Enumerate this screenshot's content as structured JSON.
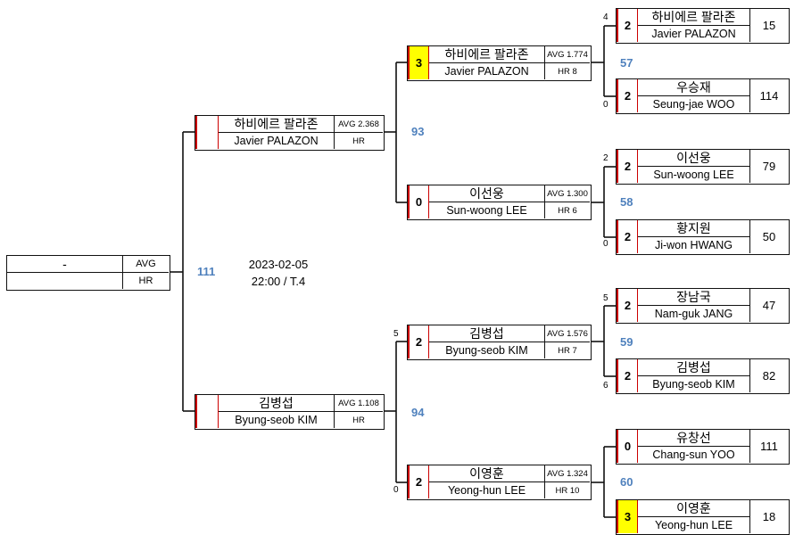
{
  "match_info": {
    "date": "2023-02-05",
    "time_table": "22:00 / T.4"
  },
  "final": {
    "name_ko": "-",
    "name_en": "",
    "avg_label": "AVG",
    "hr_label": "HR"
  },
  "semifinals": [
    {
      "name_ko": "하비에르 팔라존",
      "name_en": "Javier PALAZON",
      "avg": "AVG 2.368",
      "hr": "HR",
      "match_no": "111"
    },
    {
      "name_ko": "김병섭",
      "name_en": "Byung-seob KIM",
      "avg": "AVG 1.108",
      "hr": "HR",
      "match_no": "111"
    }
  ],
  "semi_match_numbers": [
    "93",
    "94"
  ],
  "final_match_number": "111",
  "quarterfinals": [
    {
      "score": "3",
      "winner": true,
      "name_ko": "하비에르 팔라존",
      "name_en": "Javier PALAZON",
      "avg": "AVG 1.774",
      "hr": "HR 8"
    },
    {
      "score": "0",
      "winner": false,
      "name_ko": "이선웅",
      "name_en": "Sun-woong LEE",
      "avg": "AVG 1.300",
      "hr": "HR 6"
    },
    {
      "score": "2",
      "winner": false,
      "name_ko": "김병섭",
      "name_en": "Byung-seob KIM",
      "avg": "AVG 1.576",
      "hr": "HR 7"
    },
    {
      "score": "2",
      "winner": false,
      "name_ko": "이영훈",
      "name_en": "Yeong-hun LEE",
      "avg": "AVG 1.324",
      "hr": "HR 10"
    }
  ],
  "quarter_small_numbers": [
    "5",
    "0"
  ],
  "r16_match_numbers": [
    "57",
    "58",
    "59",
    "60"
  ],
  "r16_small_numbers": [
    "4",
    "0",
    "2",
    "0",
    "5",
    "6",
    "",
    ""
  ],
  "round16": [
    {
      "score": "2",
      "winner": false,
      "name_ko": "하비에르 팔라존",
      "name_en": "Javier PALAZON",
      "seed": "15"
    },
    {
      "score": "2",
      "winner": false,
      "name_ko": "우승재",
      "name_en": "Seung-jae WOO",
      "seed": "114"
    },
    {
      "score": "2",
      "winner": false,
      "name_ko": "이선웅",
      "name_en": "Sun-woong LEE",
      "seed": "79"
    },
    {
      "score": "2",
      "winner": false,
      "name_ko": "황지원",
      "name_en": "Ji-won HWANG",
      "seed": "50"
    },
    {
      "score": "2",
      "winner": false,
      "name_ko": "장남국",
      "name_en": "Nam-guk JANG",
      "seed": "47"
    },
    {
      "score": "2",
      "winner": false,
      "name_ko": "김병섭",
      "name_en": "Byung-seob KIM",
      "seed": "82"
    },
    {
      "score": "0",
      "winner": false,
      "name_ko": "유창선",
      "name_en": "Chang-sun YOO",
      "seed": "111"
    },
    {
      "score": "3",
      "winner": true,
      "name_ko": "이영훈",
      "name_en": "Yeong-hun LEE",
      "seed": "18"
    }
  ],
  "colors": {
    "red": "#cc0000",
    "blue_number": "#4f81bd",
    "winner_fill": "#ffff00",
    "line": "#111111"
  }
}
